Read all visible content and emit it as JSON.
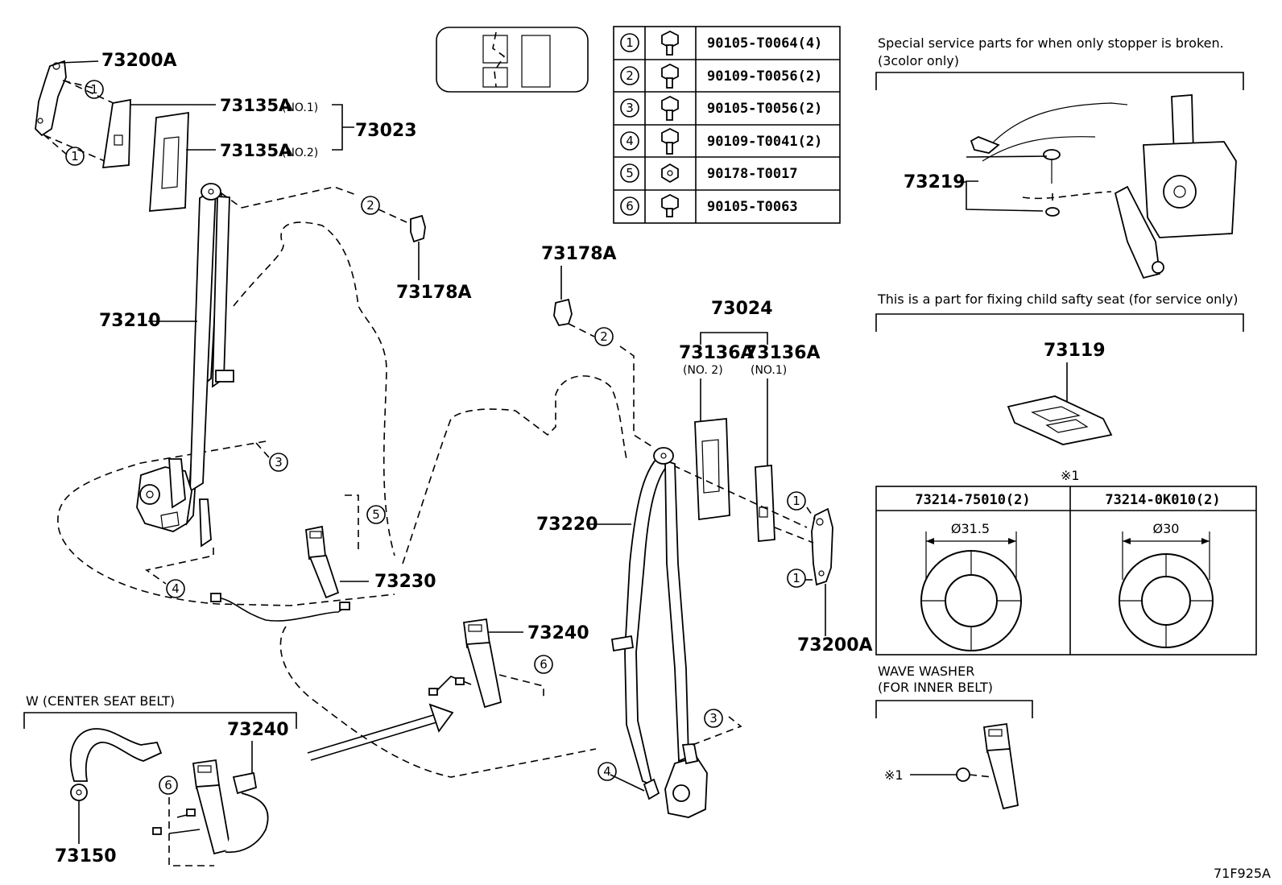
{
  "parts": {
    "p73200A_top": "73200A",
    "p73135A_1": "73135A",
    "p73135A_1_note": "(NO.1)",
    "p73135A_2": "73135A",
    "p73135A_2_note": "(NO.2)",
    "p73023": "73023",
    "p73178A_left": "73178A",
    "p73210": "73210",
    "p73230": "73230",
    "p73240_mid": "73240",
    "p73178A_mid": "73178A",
    "p73024": "73024",
    "p73136A_a": "73136A",
    "p73136A_a_note": "(NO. 2)",
    "p73136A_b": "73136A",
    "p73136A_b_note": "(NO.1)",
    "p73220": "73220",
    "p73200A_right": "73200A",
    "p73219": "73219",
    "p73119": "73119",
    "p73240_center": "73240",
    "p73150": "73150"
  },
  "fasteners": [
    {
      "num": "1",
      "part": "90105-T0064(4)"
    },
    {
      "num": "2",
      "part": "90109-T0056(2)"
    },
    {
      "num": "3",
      "part": "90105-T0056(2)"
    },
    {
      "num": "4",
      "part": "90109-T0041(2)"
    },
    {
      "num": "5",
      "part": "90178-T0017"
    },
    {
      "num": "6",
      "part": "90105-T0063"
    }
  ],
  "callouts": {
    "c1": "1",
    "c2": "2",
    "c3": "3",
    "c4": "4",
    "c5": "5",
    "c6": "6"
  },
  "notes": {
    "special_line1": "Special service parts for when only stopper is broken.",
    "special_line2": "(3color only)",
    "child_seat": "This is a part for fixing child safty seat (for service only)",
    "ref_mark": "※1",
    "wave_washer_1": "WAVE WASHER",
    "wave_washer_2": "(FOR INNER BELT)",
    "center_belt": "W (CENTER SEAT BELT)",
    "figure_id": "71F925A"
  },
  "washer_table": {
    "col1_part": "73214-75010(2)",
    "col1_dia": "Ø31.5",
    "col2_part": "73214-0K010(2)",
    "col2_dia": "Ø30"
  }
}
